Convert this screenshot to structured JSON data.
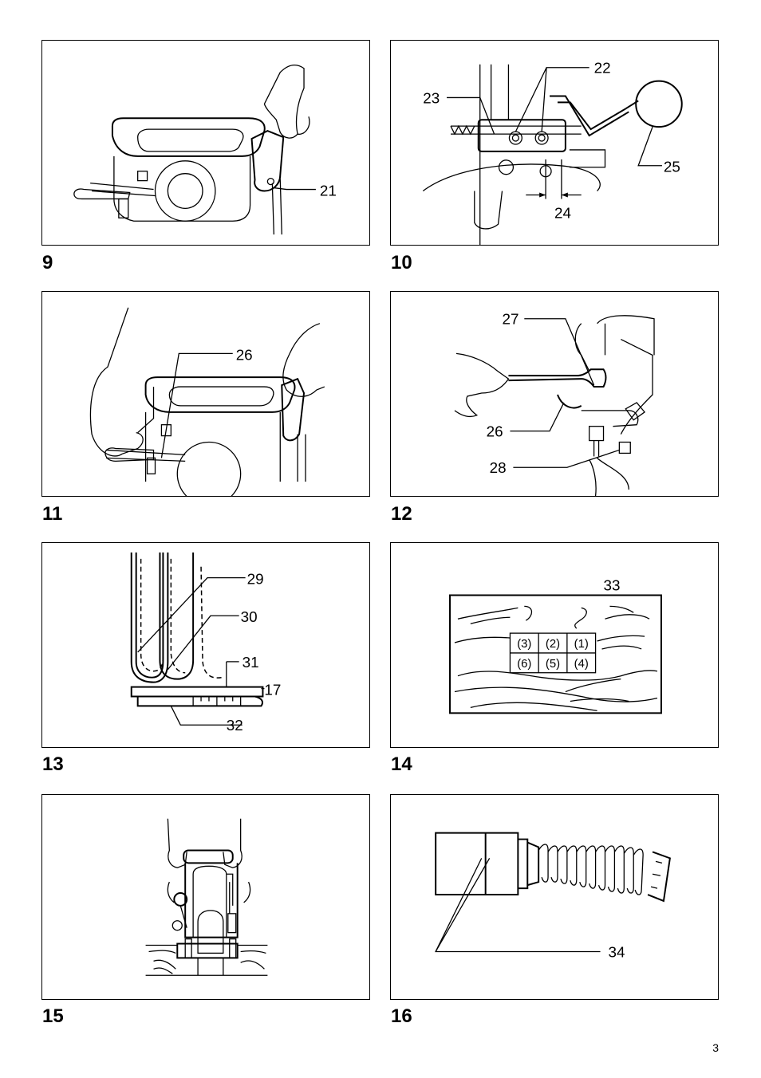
{
  "figures": [
    {
      "number": "9",
      "callouts": [
        "21"
      ]
    },
    {
      "number": "10",
      "callouts": [
        "22",
        "23",
        "24",
        "25"
      ]
    },
    {
      "number": "11",
      "callouts": [
        "26"
      ]
    },
    {
      "number": "12",
      "callouts": [
        "27",
        "26",
        "28"
      ]
    },
    {
      "number": "13",
      "callouts": [
        "29",
        "30",
        "31",
        "17",
        "32"
      ]
    },
    {
      "number": "14",
      "callouts": [
        "33"
      ],
      "grid": [
        "(3)",
        "(2)",
        "(1)",
        "(6)",
        "(5)",
        "(4)"
      ]
    },
    {
      "number": "15",
      "callouts": []
    },
    {
      "number": "16",
      "callouts": [
        "34"
      ]
    }
  ],
  "page_number": "3"
}
